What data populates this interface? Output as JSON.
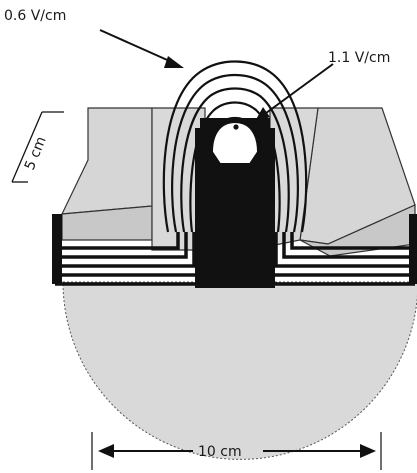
{
  "labels": {
    "field_outer": "0.6 V/cm",
    "field_inner": "1.1 V/cm",
    "height": "5 cm",
    "width": "10 cm"
  },
  "colors": {
    "ink": "#111111",
    "surface": "#d9d9d9",
    "surface_dark": "#bfbfbf",
    "background": "#ffffff"
  }
}
